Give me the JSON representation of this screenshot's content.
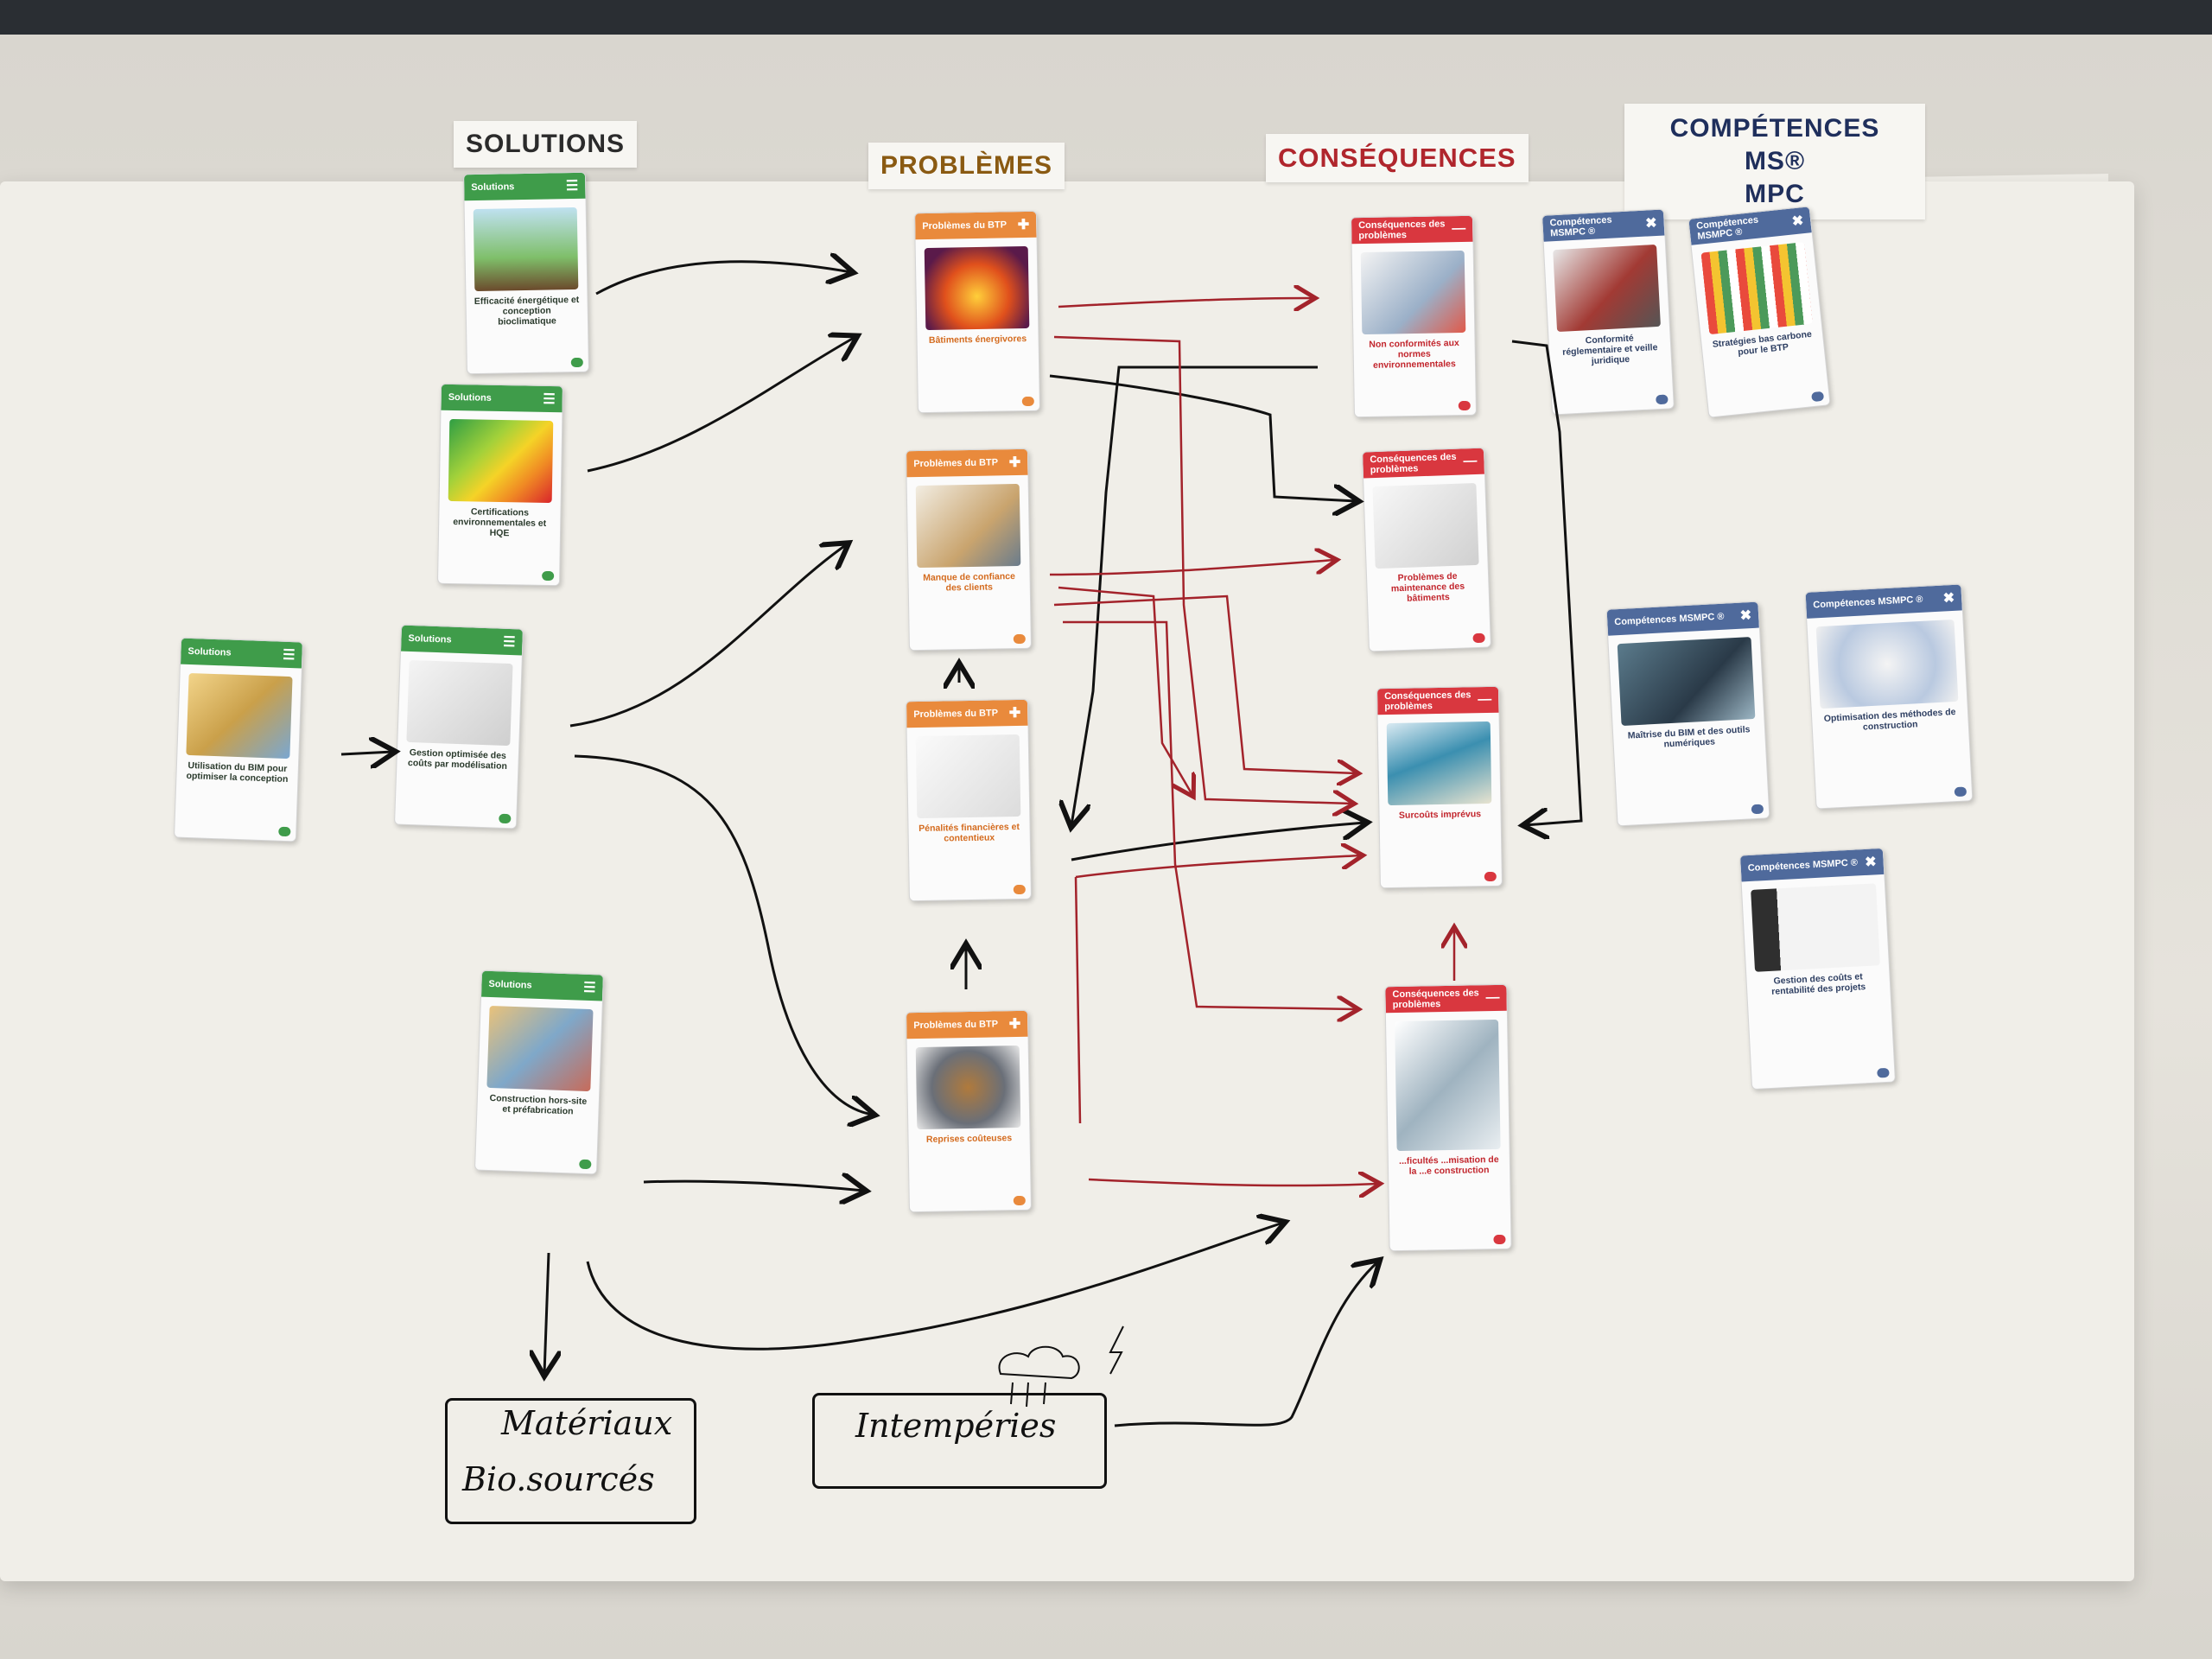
{
  "headers": {
    "solutions": "SOLUTIONS",
    "problemes": "PROBLÈMES",
    "consequences": "CONSÉQUENCES",
    "competences_line1": "COMPÉTENCES MS®",
    "competences_line2": "MPC"
  },
  "colors": {
    "solutions": "#3f9c4a",
    "problemes": "#e98a3c",
    "consequences": "#d9373f",
    "competences": "#4f6a9c"
  },
  "cards": {
    "sol1": {
      "band": "Solutions",
      "title": "Efficacité énergétique et conception bioclimatique"
    },
    "sol2": {
      "band": "Solutions",
      "title": "Certifications environnementales et HQE"
    },
    "sol3": {
      "band": "Solutions",
      "title": "Utilisation du BIM pour optimiser la conception"
    },
    "sol4": {
      "band": "Solutions",
      "title": "Gestion optimisée des coûts par modélisation"
    },
    "sol5": {
      "band": "Solutions",
      "title": "Construction hors-site et préfabrication"
    },
    "pb1": {
      "band": "Problèmes du BTP",
      "title": "Bâtiments énergivores"
    },
    "pb2": {
      "band": "Problèmes du BTP",
      "title": "Manque de confiance des clients"
    },
    "pb3": {
      "band": "Problèmes du BTP",
      "title": "Pénalités financières et contentieux"
    },
    "pb4": {
      "band": "Problèmes du BTP",
      "title": "Reprises coûteuses"
    },
    "cs1": {
      "band": "Conséquences des problèmes",
      "title": "Non conformités aux normes environnementales"
    },
    "cs2": {
      "band": "Conséquences des problèmes",
      "title": "Problèmes de maintenance des bâtiments"
    },
    "cs3": {
      "band": "Conséquences des problèmes",
      "title": "Surcoûts imprévus"
    },
    "cs4": {
      "band": "Conséquences des problèmes",
      "title": "...ficultés ...misation de la ...e construction"
    },
    "cp1": {
      "band": "Compétences MSMPC ®",
      "title": "Conformité réglementaire et veille juridique"
    },
    "cp2": {
      "band": "Compétences MSMPC ®",
      "title": "Stratégies bas carbone pour le BTP"
    },
    "cp3": {
      "band": "Compétences MSMPC ®",
      "title": "Maîtrise du BIM et des outils numériques"
    },
    "cp4": {
      "band": "Compétences MSMPC ®",
      "title": "Optimisation des méthodes de construction"
    },
    "cp5": {
      "band": "Compétences MSMPC ®",
      "title": "Gestion des coûts et rentabilité des projets"
    }
  },
  "handwritten": {
    "materials_line1": "Matériaux",
    "materials_line2": "Bio.sourcés",
    "weather": "Intempéries"
  }
}
